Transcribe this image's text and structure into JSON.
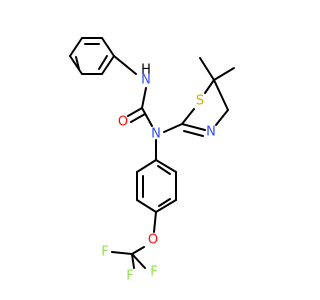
{
  "molecule": {
    "colors": {
      "bond": "#000000",
      "N": "#3050F8",
      "O": "#FF0D0D",
      "S": "#C8B400",
      "F": "#90E050",
      "background": "#FFFFFF"
    },
    "labels": {
      "nh": "H",
      "n_h": "N",
      "o_carbonyl": "O",
      "n_center": "N",
      "s_ring": "S",
      "n_ring": "N",
      "o_ether": "O",
      "f1": "F",
      "f2": "F",
      "f3": "F"
    }
  }
}
